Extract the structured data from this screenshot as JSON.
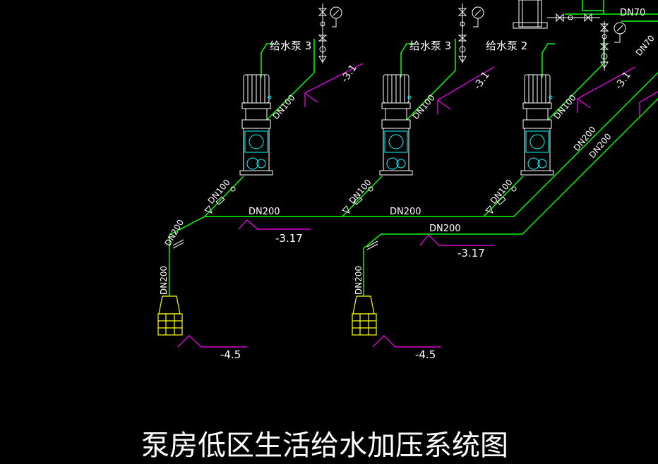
{
  "drawing": {
    "title": "泵房低区生活给水加压系统图",
    "pumps": [
      {
        "label": "给水泵 3",
        "outlet": "DN100",
        "inlet": "DN100",
        "elevation": "-3.1"
      },
      {
        "label": "给水泵 3",
        "outlet": "DN100",
        "inlet": "DN100",
        "elevation": "-3.1"
      },
      {
        "label": "给水泵 2",
        "outlet": "DN100",
        "inlet": "DN100",
        "elevation": "-3.1"
      }
    ],
    "header_labels": {
      "suction_main_a": "DN200",
      "suction_main_b": "DN200",
      "suction_main_c": "DN200",
      "riser_left_top": "DN200",
      "riser_left_bottom": "DN200",
      "riser_right": "DN200",
      "diag_1": "DN200",
      "diag_2": "DN200",
      "top_right_1": "DN70",
      "top_right_2": "DN70"
    },
    "elevations": {
      "header_left": "-3.17",
      "header_right": "-3.17",
      "tank_left": "-4.5",
      "tank_right": "-4.5"
    },
    "colors": {
      "pipe": "#00ff00",
      "equipment": "#ffffff",
      "cyan_detail": "#00ffff",
      "elevation_mark": "#ff00ff",
      "tank": "#ffff00",
      "text": "#ffffff"
    }
  }
}
